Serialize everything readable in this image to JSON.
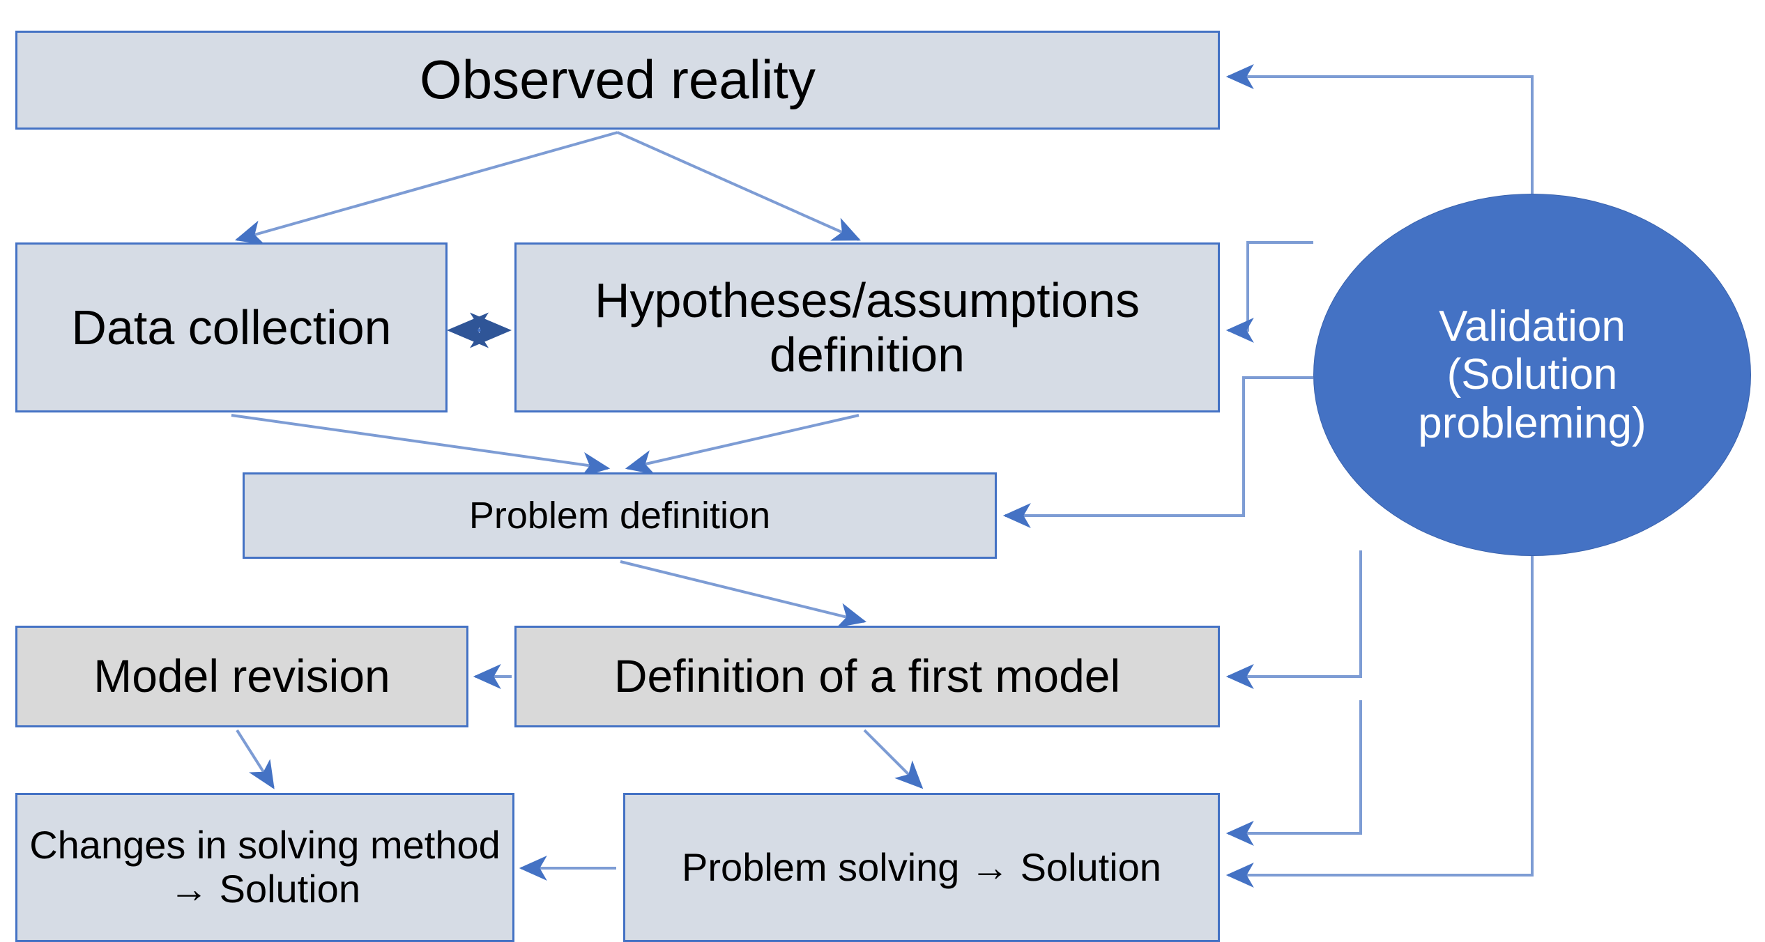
{
  "diagram": {
    "title": "Observed reality modelling and validation cycle",
    "type": "flowchart",
    "colors": {
      "box_fill_blue_grey": "#D6DCE5",
      "box_fill_grey": "#D9D9D9",
      "box_border": "#4472C4",
      "ellipse_fill": "#4472C4",
      "ellipse_text": "#FFFFFF",
      "arrow": "#4472C4",
      "background": "#FFFFFF",
      "text": "#000000"
    },
    "nodes": [
      {
        "id": "observed",
        "label": "Observed reality",
        "shape": "rect",
        "fill": "blue-grey"
      },
      {
        "id": "data",
        "label": "Data\ncollection",
        "shape": "rect",
        "fill": "blue-grey"
      },
      {
        "id": "hypo",
        "label": "Hypotheses/assumptions\ndefinition",
        "shape": "rect",
        "fill": "blue-grey"
      },
      {
        "id": "problemdef",
        "label": "Problem definition",
        "shape": "rect",
        "fill": "blue-grey"
      },
      {
        "id": "modelrev",
        "label": "Model revision",
        "shape": "rect",
        "fill": "grey"
      },
      {
        "id": "firstmodel",
        "label": "Definition of a first model",
        "shape": "rect",
        "fill": "grey"
      },
      {
        "id": "changes",
        "label": "Changes in solving\nmethod → Solution",
        "shape": "rect",
        "fill": "blue-grey"
      },
      {
        "id": "solving",
        "label": "Problem solving →\nSolution",
        "shape": "rect",
        "fill": "blue-grey"
      },
      {
        "id": "validation",
        "label": "Validation\n(Solution\nproblemings)",
        "shape": "ellipse",
        "fill": "blue"
      }
    ],
    "node_labels": {
      "observed": "Observed reality",
      "data_line1": "Data",
      "data_line2": "collection",
      "hypo_line1": "Hypotheses/assumptions",
      "hypo_line2": "definition",
      "problemdef": "Problem definition",
      "modelrev": "Model revision",
      "firstmodel": "Definition of a first model",
      "changes_line1": "Changes in solving",
      "changes_line2": "method → Solution",
      "solving_line1": "Problem solving →",
      "solving_line2": "Solution",
      "validation_line1": "Validation",
      "validation_line2": "(Solution",
      "validation_line3": "probleming)"
    },
    "edges": [
      {
        "from": "observed",
        "to": "data",
        "style": "diagonal",
        "arrowheads": "end"
      },
      {
        "from": "observed",
        "to": "hypo",
        "style": "diagonal",
        "arrowheads": "end"
      },
      {
        "from": "data",
        "to": "hypo",
        "style": "horizontal",
        "arrowheads": "both"
      },
      {
        "from": "data",
        "to": "problemdef",
        "style": "diagonal",
        "arrowheads": "end"
      },
      {
        "from": "hypo",
        "to": "problemdef",
        "style": "diagonal",
        "arrowheads": "end"
      },
      {
        "from": "problemdef",
        "to": "firstmodel",
        "style": "diagonal",
        "arrowheads": "end"
      },
      {
        "from": "firstmodel",
        "to": "modelrev",
        "style": "horizontal",
        "arrowheads": "end"
      },
      {
        "from": "modelrev",
        "to": "changes",
        "style": "diagonal",
        "arrowheads": "end"
      },
      {
        "from": "firstmodel",
        "to": "solving",
        "style": "diagonal",
        "arrowheads": "end"
      },
      {
        "from": "solving",
        "to": "changes",
        "style": "horizontal",
        "arrowheads": "end"
      },
      {
        "from": "validation",
        "to": "observed",
        "style": "orthogonal",
        "arrowheads": "end"
      },
      {
        "from": "validation",
        "to": "hypo",
        "style": "orthogonal",
        "arrowheads": "end"
      },
      {
        "from": "validation",
        "to": "problemdef",
        "style": "orthogonal",
        "arrowheads": "end"
      },
      {
        "from": "validation",
        "to": "firstmodel",
        "style": "orthogonal",
        "arrowheads": "end"
      },
      {
        "from": "validation",
        "to": "solving",
        "style": "orthogonal",
        "arrowheads": "end"
      }
    ]
  }
}
